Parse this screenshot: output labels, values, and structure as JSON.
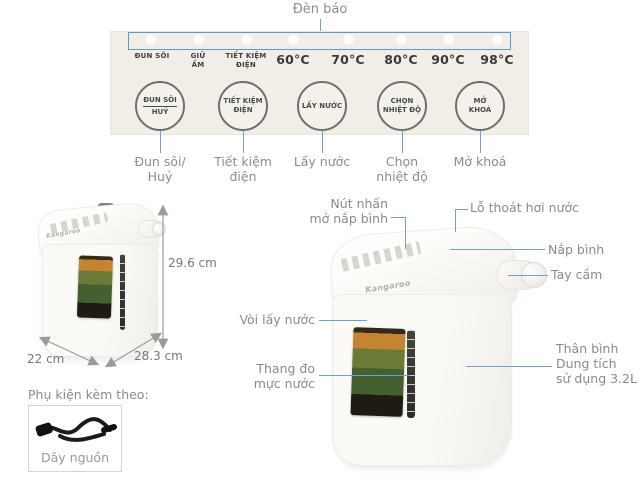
{
  "legend": {
    "indicator_label": "Đèn báo"
  },
  "panel": {
    "indicators": [
      {
        "line1": "ĐUN SÔI",
        "line2": ""
      },
      {
        "line1": "GIỮ",
        "line2": "ẤM"
      },
      {
        "line1": "TIẾT KIỆM",
        "line2": "ĐIỆN"
      },
      {
        "line1": "60°C",
        "line2": ""
      },
      {
        "line1": "70°C",
        "line2": ""
      },
      {
        "line1": "80°C",
        "line2": ""
      },
      {
        "line1": "90°C",
        "line2": ""
      },
      {
        "line1": "98°C",
        "line2": ""
      }
    ],
    "buttons": [
      {
        "line1": "ĐUN SÔI",
        "line2": "HUỶ",
        "caption1": "Đun sôi/",
        "caption2": "Huỷ"
      },
      {
        "line1": "TIẾT KIỆM",
        "line2": "ĐIỆN",
        "caption1": "Tiết kiệm",
        "caption2": "điện"
      },
      {
        "line1": "LẤY NƯỚC",
        "line2": "",
        "caption1": "Lấy nước",
        "caption2": ""
      },
      {
        "line1": "CHỌN",
        "line2": "NHIỆT ĐỘ",
        "caption1": "Chọn",
        "caption2": "nhiệt độ"
      },
      {
        "line1": "MỞ",
        "line2": "KHOÁ",
        "caption1": "Mở khoá",
        "caption2": ""
      }
    ]
  },
  "dimensions": {
    "height": "29.6 cm",
    "width": "22 cm",
    "depth": "28.3 cm"
  },
  "accessories": {
    "title": "Phụ kiện kèm theo:",
    "item_label": "Dây nguồn"
  },
  "product": {
    "brand": "Kangaroo",
    "capacity_note": "3.2L"
  },
  "callouts": {
    "lid_button": {
      "line1": "Nút nhấn",
      "line2": "mở nắp bình"
    },
    "steam_vent": {
      "line1": "Lỗ thoát hơi nước"
    },
    "lid": {
      "line1": "Nắp bình"
    },
    "handle": {
      "line1": "Tay cầm"
    },
    "spout": {
      "line1": "Vòi lấy nước"
    },
    "water_gauge": {
      "line1": "Thang đo",
      "line2": "mực nước"
    },
    "body": {
      "line1": "Thân bình",
      "line2": "Dung tích",
      "line3": "sử dụng 3.2L"
    }
  },
  "colors": {
    "accent_blue": "#5b9bd5",
    "panel_bg": "#f0eee7"
  }
}
